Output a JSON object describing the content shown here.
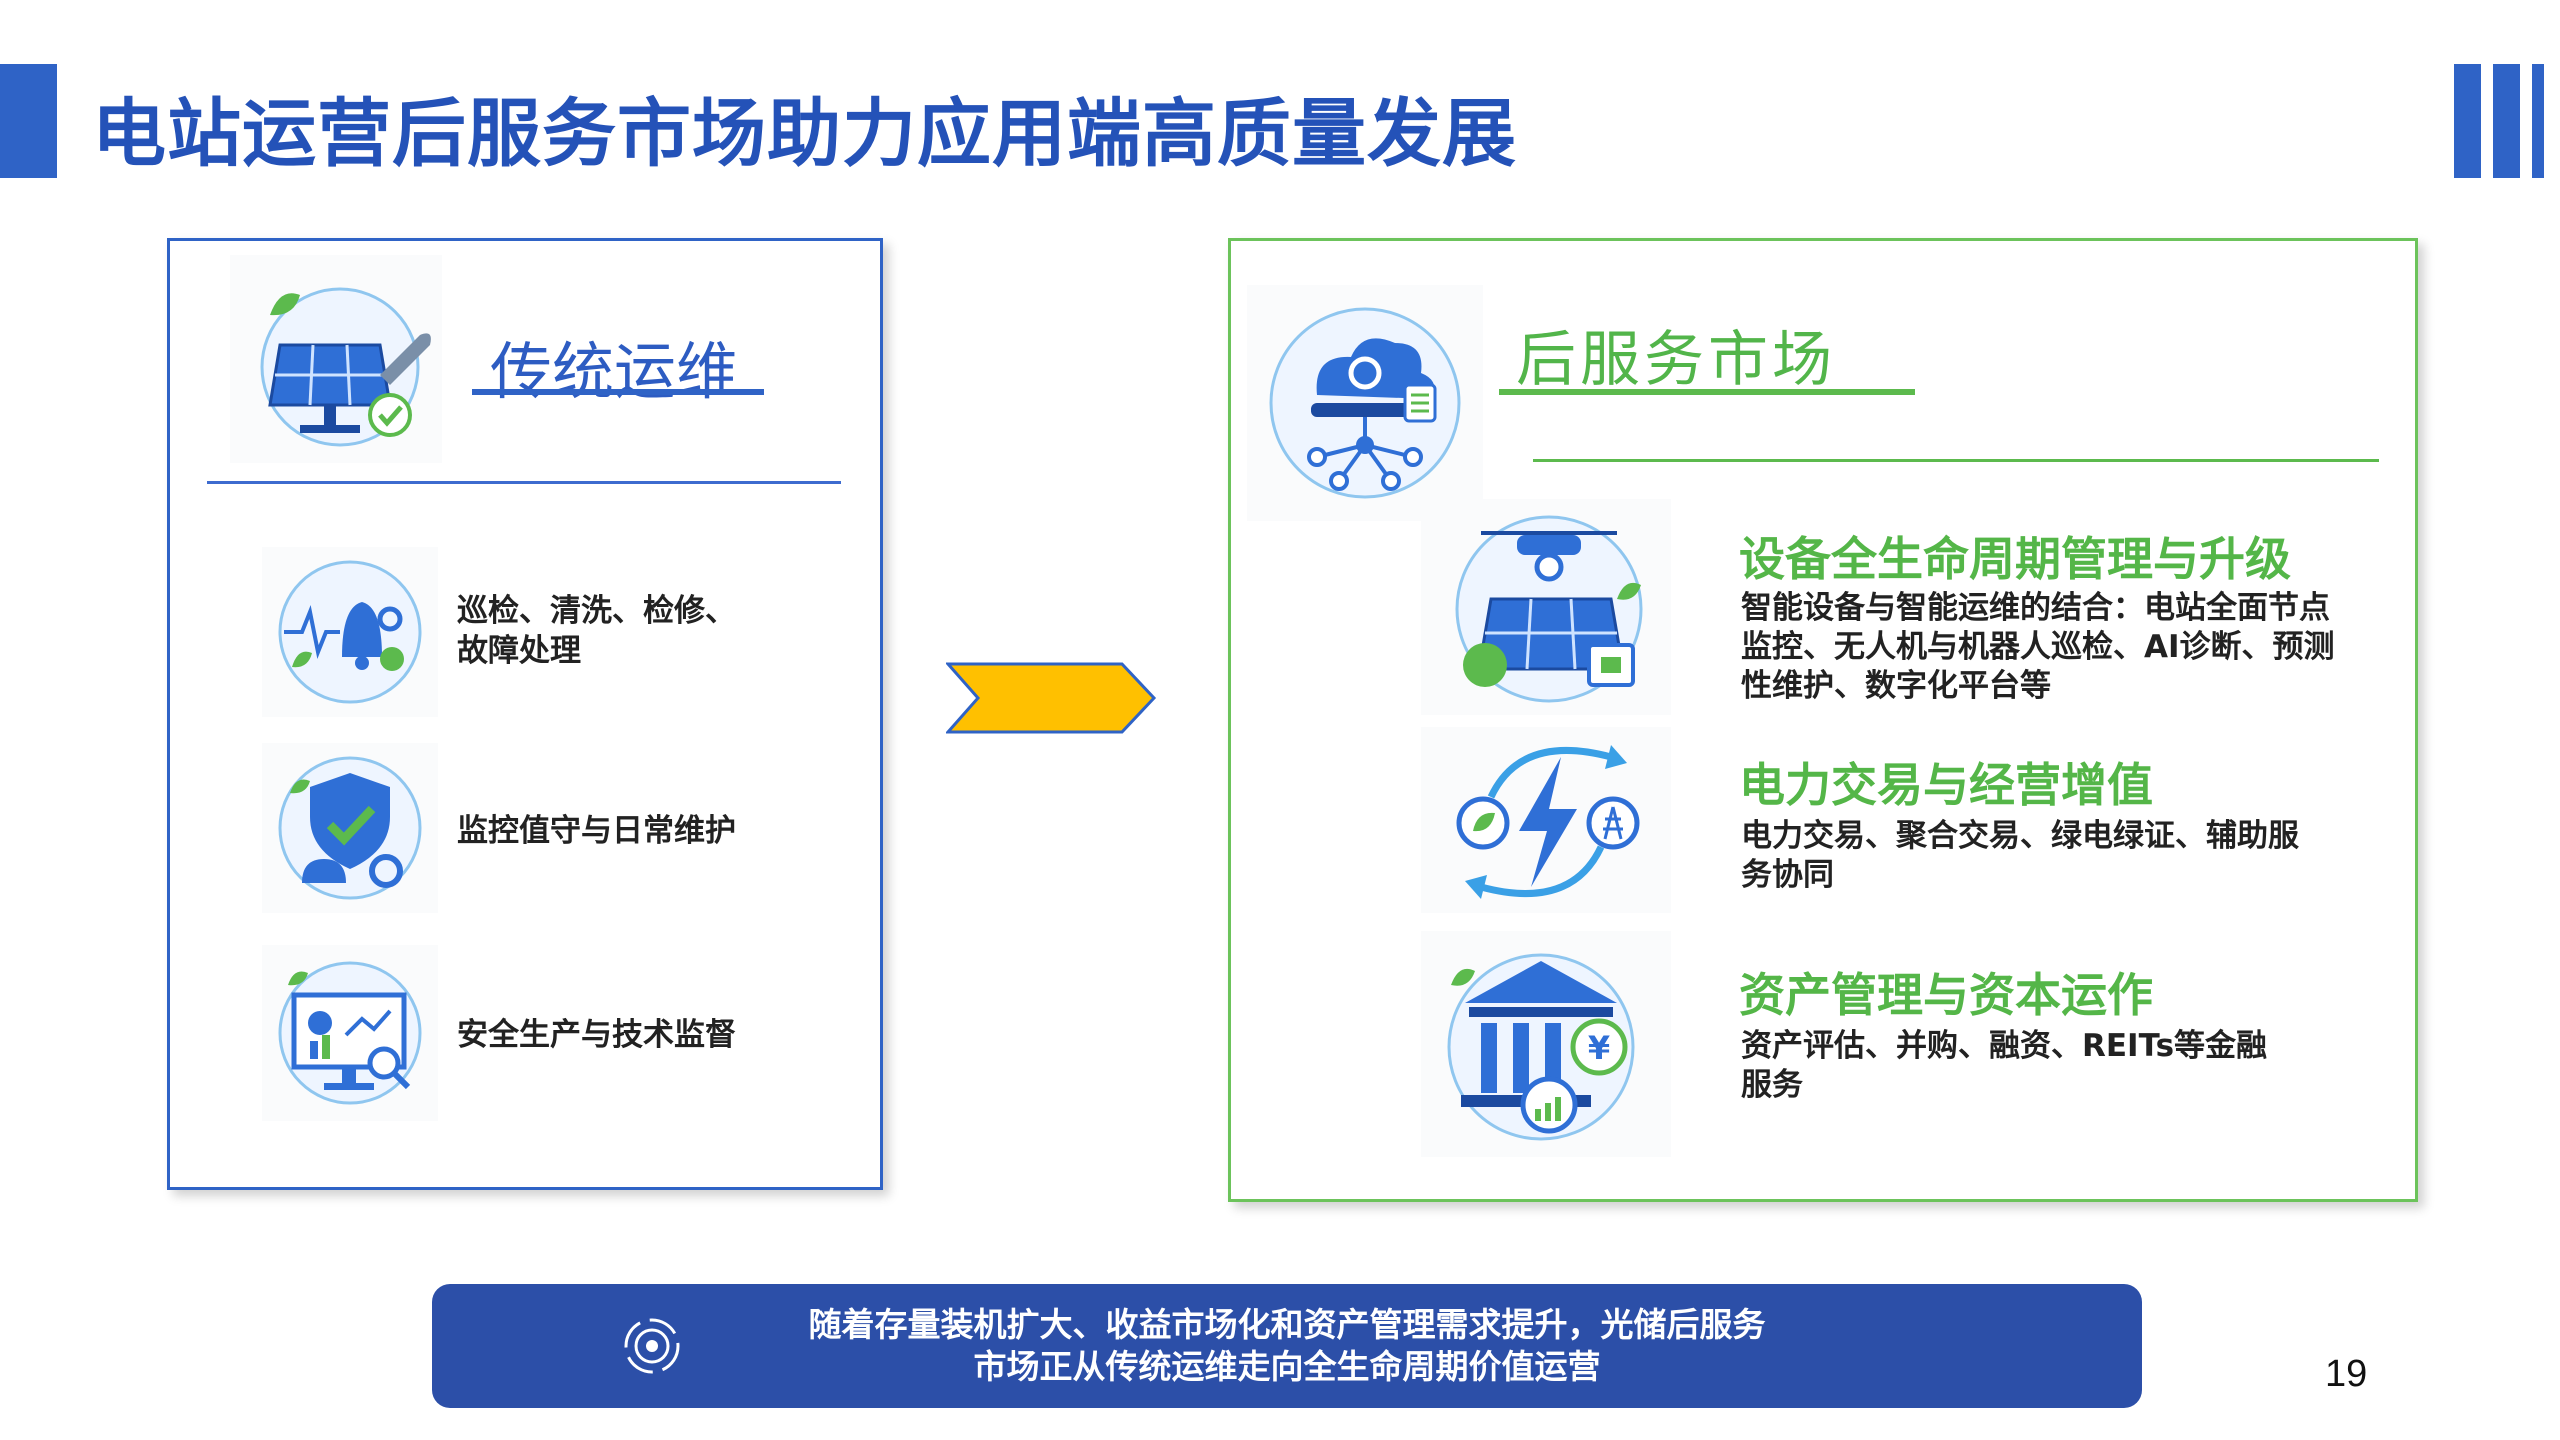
{
  "header": {
    "title": "电站运营后服务市场助力应用端高质量发展"
  },
  "left_panel": {
    "heading": "传统运维",
    "items": [
      {
        "label": "巡检、清洗、检修、\n故障处理",
        "icon": "inspection-alarm-icon"
      },
      {
        "label": "监控值守与日常维护",
        "icon": "shield-check-icon"
      },
      {
        "label": "安全生产与技术监督",
        "icon": "monitor-analytics-icon"
      }
    ]
  },
  "right_panel": {
    "heading": "后服务市场",
    "items": [
      {
        "title": "设备全生命周期管理与升级",
        "desc": "智能设备与智能运维的结合：电站全面节点监控、无人机与机器人巡检、AI诊断、预测性维护、数字化平台等",
        "icon": "drone-solar-icon"
      },
      {
        "title": "电力交易与经营增值",
        "desc": "电力交易、聚合交易、绿电绿证、辅助服务协同",
        "icon": "energy-cycle-icon"
      },
      {
        "title": "资产管理与资本运作",
        "desc": "资产评估、并购、融资、REITs等金融服务",
        "icon": "bank-finance-icon"
      }
    ]
  },
  "footer": {
    "line1": "随着存量装机扩大、收益市场化和资产管理需求提升，光储后服务",
    "line2": "市场正从传统运维走向全生命周期价值运营"
  },
  "page_number": "19",
  "colors": {
    "blue": "#2f63c6",
    "green": "#54b648",
    "arrow": "#ffc000",
    "footer": "#2c4fa8"
  }
}
